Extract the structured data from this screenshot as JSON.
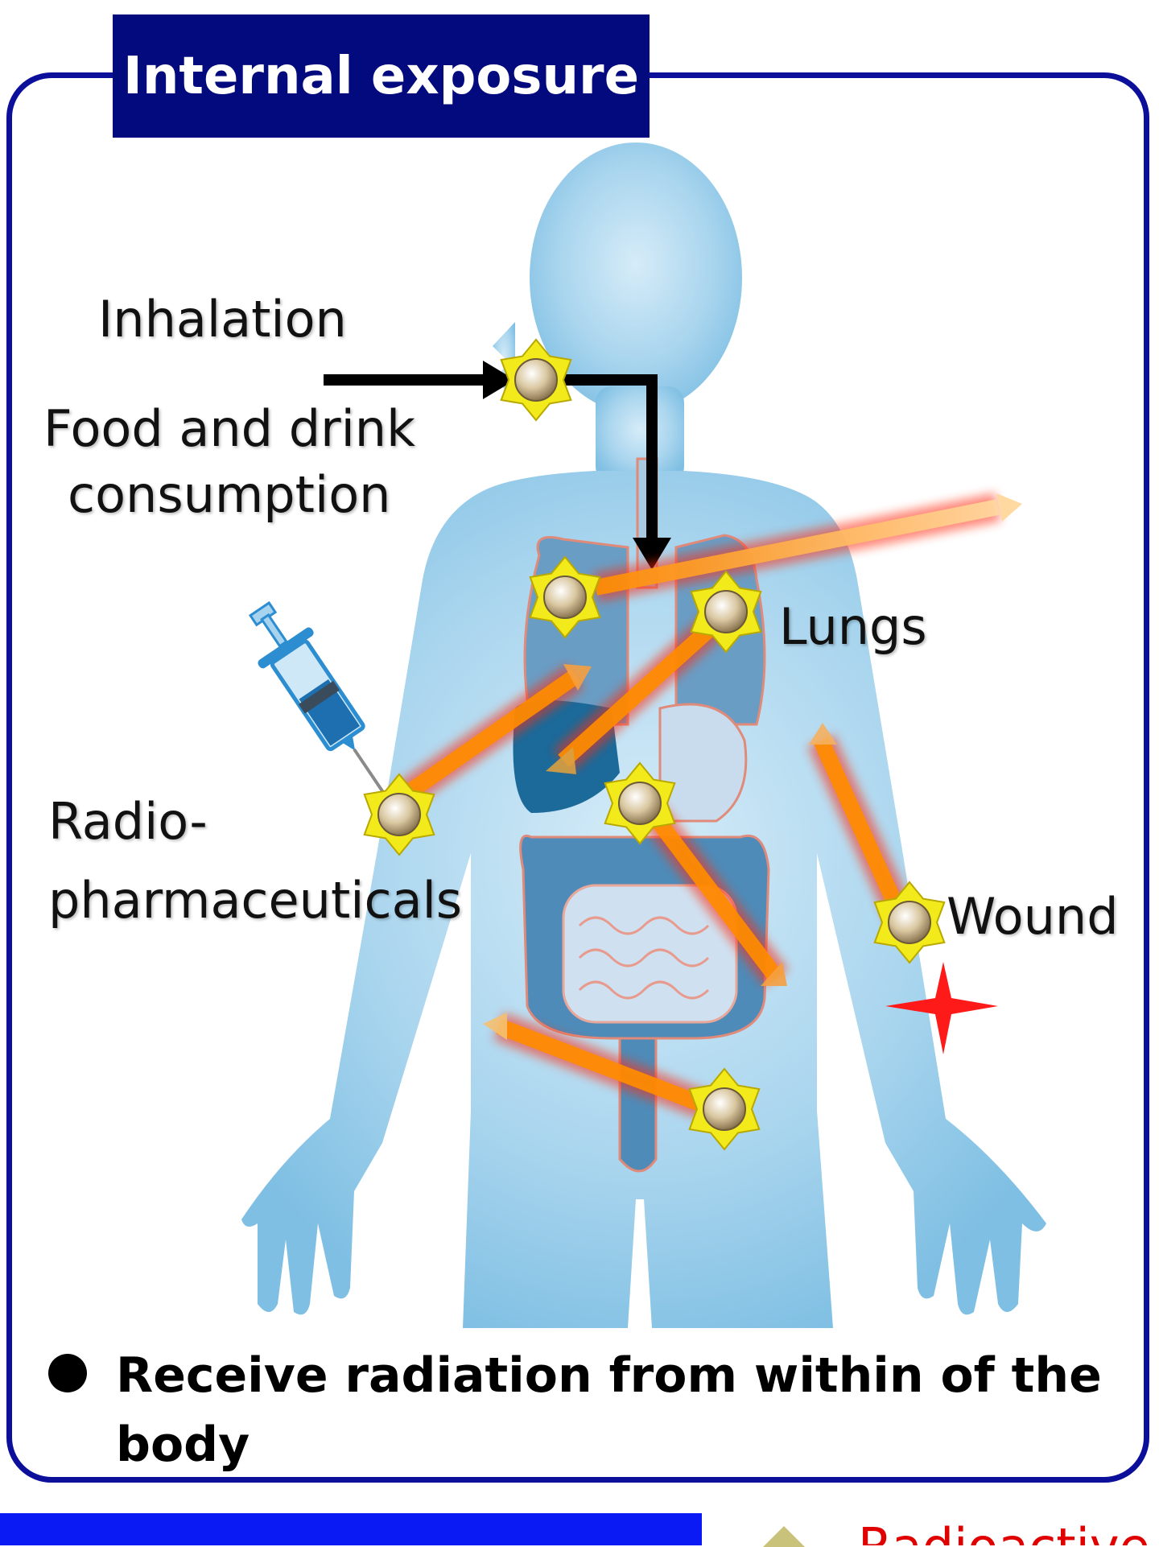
{
  "title": "Internal exposure",
  "labels": {
    "inhalation": "Inhalation",
    "food_line1": "Food and drink",
    "food_line2": "consumption",
    "lungs": "Lungs",
    "radio_line1": "Radio-",
    "radio_line2": "pharmaceuticals",
    "wound": "Wound"
  },
  "bullet": "Receive radiation from within of the body",
  "bottom_cut_text": "Radioactive",
  "colors": {
    "frame_border": "#0b0f9a",
    "title_bg": "#020a7d",
    "body_fill": "#7fbfe3",
    "radiation_arrow": "#ff8c00",
    "source_star": "#f2ea1a",
    "wound_star": "#ff1a1a",
    "bottom_bar": "#0a1af5"
  },
  "icons": [
    "radioactive-source-icon",
    "syringe-icon",
    "wound-mark-icon"
  ]
}
